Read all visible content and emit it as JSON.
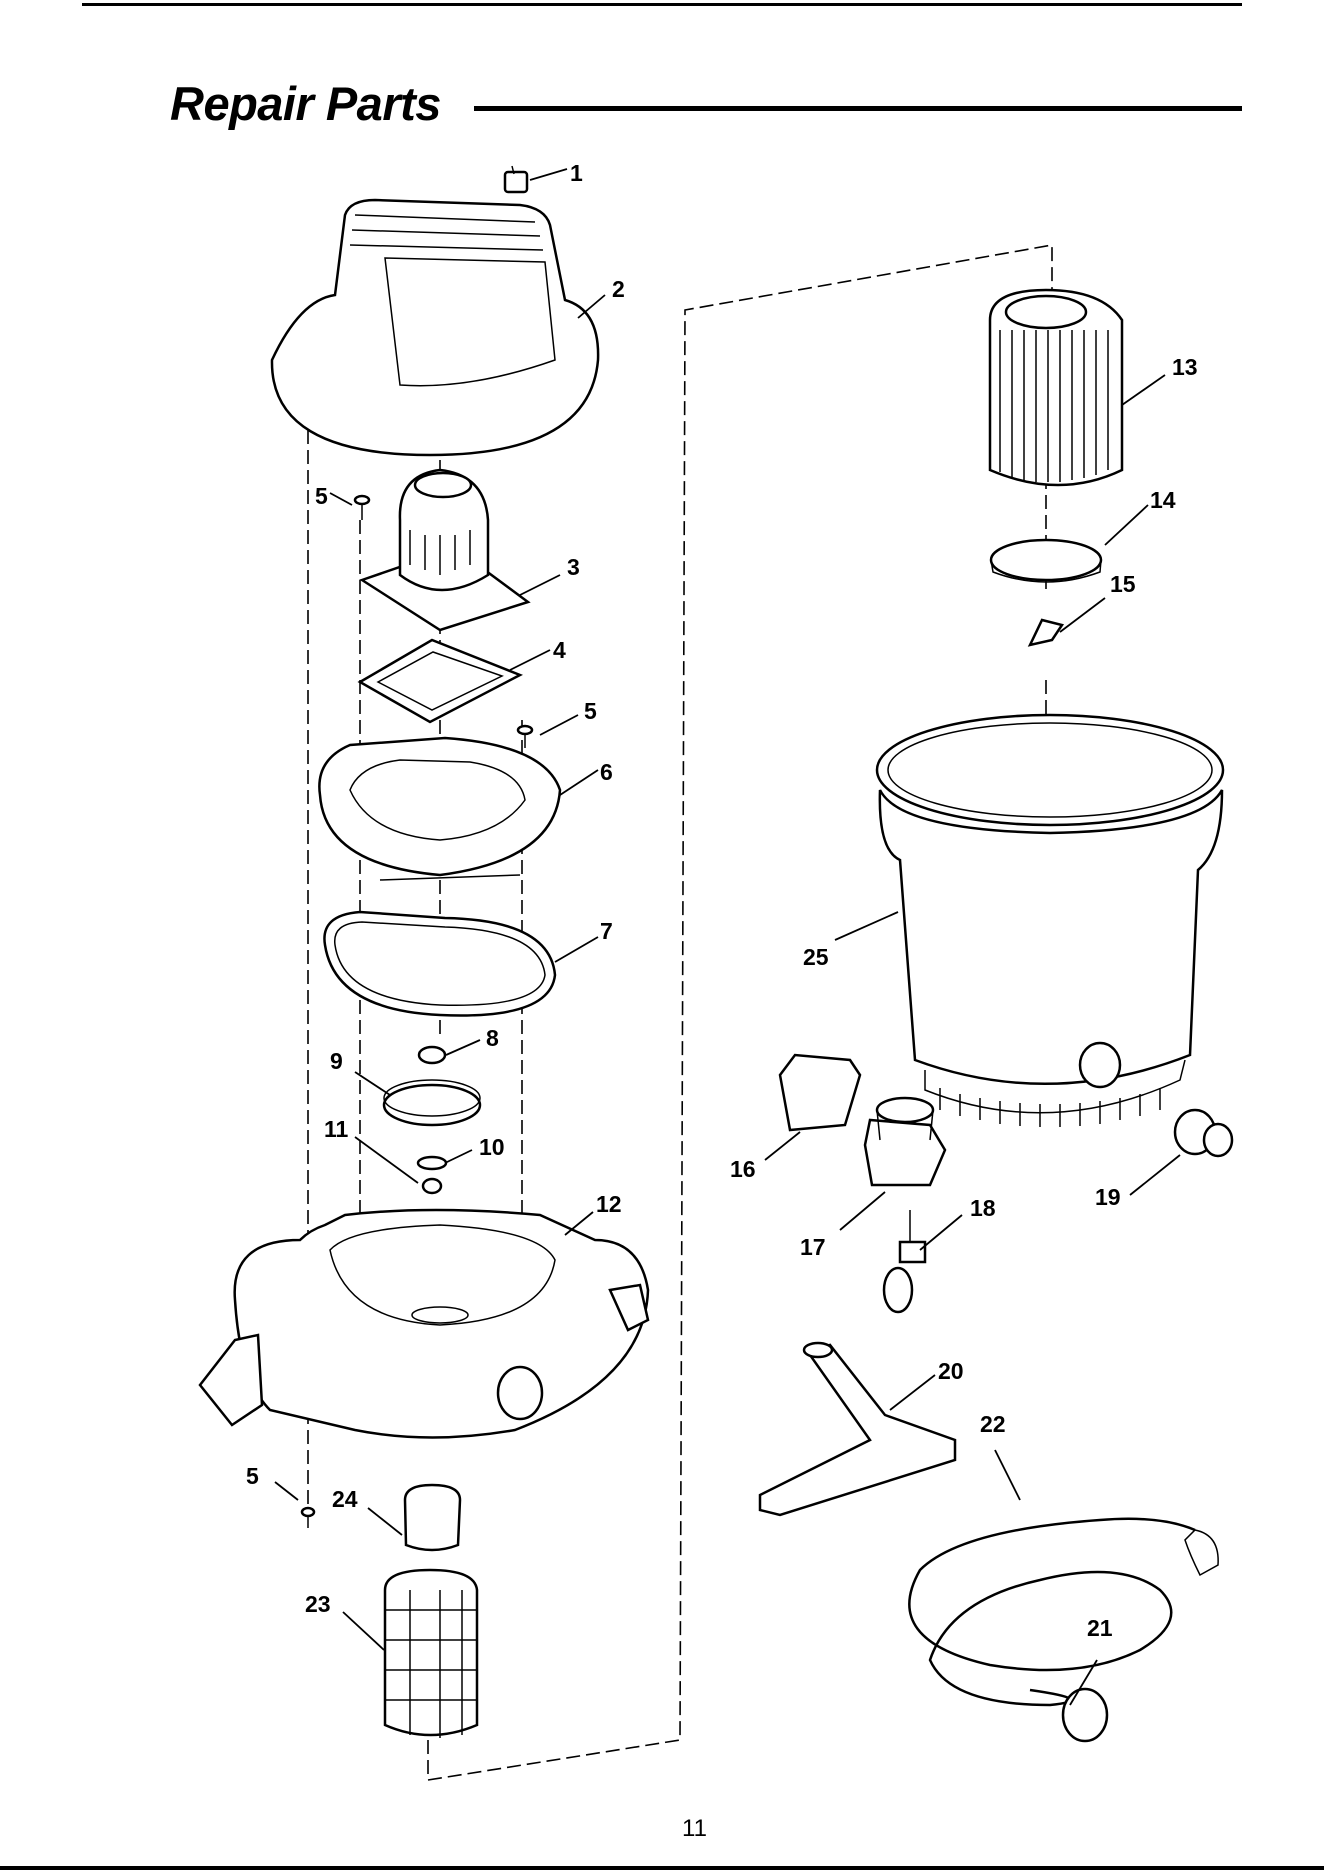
{
  "page": {
    "heading": "Repair Parts",
    "page_number": "11"
  },
  "callouts": [
    {
      "id": "c1",
      "text": "1"
    },
    {
      "id": "c2",
      "text": "2"
    },
    {
      "id": "c3",
      "text": "3"
    },
    {
      "id": "c4",
      "text": "4"
    },
    {
      "id": "c5a",
      "text": "5"
    },
    {
      "id": "c5b",
      "text": "5"
    },
    {
      "id": "c5c",
      "text": "5"
    },
    {
      "id": "c6",
      "text": "6"
    },
    {
      "id": "c7",
      "text": "7"
    },
    {
      "id": "c8",
      "text": "8"
    },
    {
      "id": "c9",
      "text": "9"
    },
    {
      "id": "c10",
      "text": "10"
    },
    {
      "id": "c11",
      "text": "11"
    },
    {
      "id": "c12",
      "text": "12"
    },
    {
      "id": "c13",
      "text": "13"
    },
    {
      "id": "c14",
      "text": "14"
    },
    {
      "id": "c15",
      "text": "15"
    },
    {
      "id": "c16",
      "text": "16"
    },
    {
      "id": "c17",
      "text": "17"
    },
    {
      "id": "c18",
      "text": "18"
    },
    {
      "id": "c19",
      "text": "19"
    },
    {
      "id": "c20",
      "text": "20"
    },
    {
      "id": "c21",
      "text": "21"
    },
    {
      "id": "c22",
      "text": "22"
    },
    {
      "id": "c23",
      "text": "23"
    },
    {
      "id": "c24",
      "text": "24"
    },
    {
      "id": "c25",
      "text": "25"
    }
  ]
}
